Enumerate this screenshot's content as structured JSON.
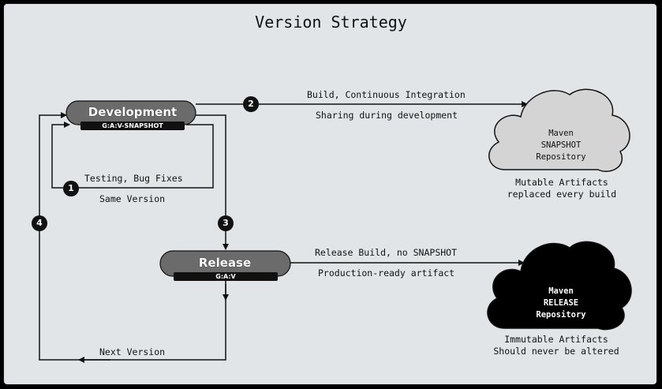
{
  "title": "Version Strategy",
  "nodes": {
    "development": {
      "label": "Development",
      "tag": "G:A:V-SNAPSHOT"
    },
    "release": {
      "label": "Release",
      "tag": "G:A:V"
    }
  },
  "clouds": {
    "snapshot": {
      "lines": [
        "Maven",
        "SNAPSHOT",
        "Repository"
      ],
      "caption": [
        "Mutable Artifacts",
        "replaced every build"
      ]
    },
    "release": {
      "lines": [
        "Maven",
        "RELEASE",
        "Repository"
      ],
      "caption": [
        "Immutable Artifacts",
        "Should never be altered"
      ]
    }
  },
  "edges": {
    "e1": {
      "step": "1",
      "top": "Testing, Bug Fixes",
      "bottom": "Same Version"
    },
    "e2": {
      "step": "2",
      "top": "Build, Continuous Integration",
      "bottom": "Sharing during development"
    },
    "e3": {
      "step": "3"
    },
    "e4": {
      "step": "4",
      "label": "Next Version"
    },
    "e5": {
      "top": "Release Build, no SNAPSHOT",
      "bottom": "Production-ready artifact"
    }
  },
  "colors": {
    "canvas": "#e2e5e7",
    "pill": "#6b6b6b",
    "cloud_light": "#d4d4d4",
    "cloud_dark": "#000000",
    "ink": "#111111"
  }
}
